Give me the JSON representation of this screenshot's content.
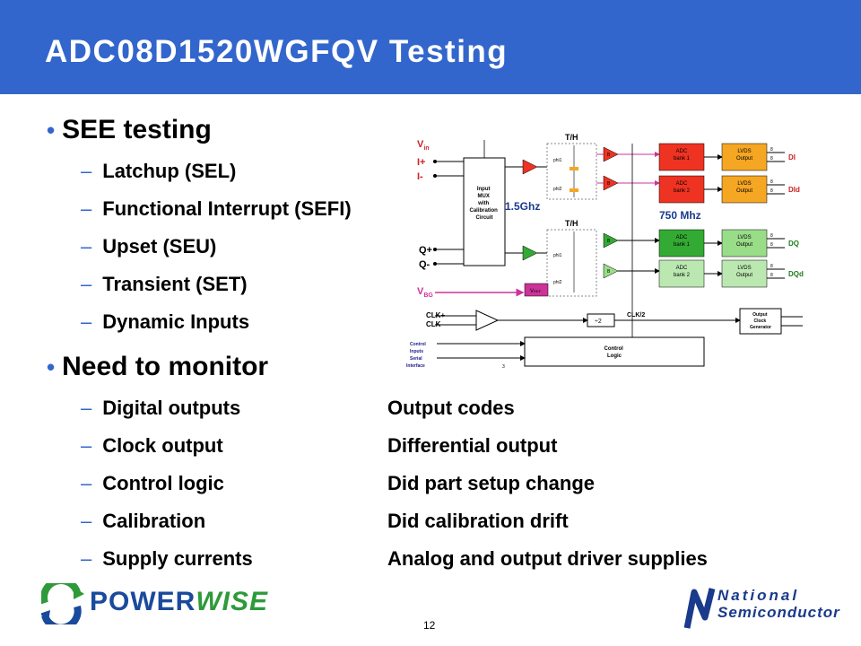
{
  "slide": {
    "title": "ADC08D1520WGFQV Testing",
    "page_number": "12"
  },
  "bullets": [
    {
      "label": "SEE testing",
      "items": [
        {
          "label": "Latchup (SEL)"
        },
        {
          "label": "Functional Interrupt (SEFI)"
        },
        {
          "label": "Upset (SEU)"
        },
        {
          "label": "Transient (SET)"
        },
        {
          "label": "Dynamic Inputs"
        }
      ]
    },
    {
      "label": "Need to monitor",
      "items": [
        {
          "label": "Digital outputs",
          "detail": "Output codes"
        },
        {
          "label": "Clock output",
          "detail": "Differential output"
        },
        {
          "label": "Control logic",
          "detail": "Did part setup change"
        },
        {
          "label": "Calibration",
          "detail": "Did calibration drift"
        },
        {
          "label": "Supply currents",
          "detail": "Analog and output driver supplies"
        }
      ]
    }
  ],
  "diagram": {
    "vin": "V",
    "vin_sub": "in",
    "i_plus": "I+",
    "i_minus": "I-",
    "q_plus": "Q+",
    "q_minus": "Q-",
    "vbg": "V",
    "vbg_sub": "BG",
    "clk_plus": "CLK+",
    "clk_minus": "CLK-",
    "mux_lines": [
      "Input",
      "MUX",
      "with",
      "Calibration",
      "Circuit"
    ],
    "th_top": "T/H",
    "th_bottom": "T/H",
    "phi1": "phi1",
    "phi2": "phi2",
    "freq_left": "1.5Ghz",
    "freq_right": "750 Mhz",
    "adc_bank1": "ADC",
    "adc_bank1_sub": "bank 1",
    "adc_bank2": "ADC",
    "adc_bank2_sub": "bank 2",
    "lvds": "LVDS",
    "lvds_sub": "Output",
    "out_di": "DI",
    "out_did": "DId",
    "out_dq": "DQ",
    "out_dqd": "DQd",
    "bus_width": "8",
    "div2": "÷2",
    "clk_div": "CLK/2",
    "ocg_lines": [
      "Output",
      "Clock",
      "Generator"
    ],
    "ctrl_lines": [
      "Control",
      "Logic"
    ],
    "ctrl_inputs": [
      "Control",
      "Inputs",
      "Serial",
      "Interface"
    ],
    "serial_bits": "3",
    "vref": "V",
    "vref_sub": "REF",
    "bp": "B",
    "colors": {
      "adc_red": "#ee3322",
      "lvds_orange": "#f5a623",
      "adc_green": "#33aa33",
      "lvds_lightgreen": "#99dd88",
      "adc_palegreen": "#bbe8b0",
      "magenta": "#cc3399",
      "accent": "#3366cc"
    }
  },
  "logos": {
    "powerwise_power": "POWER",
    "powerwise_wise": "WISE",
    "national_line1": "National",
    "national_line2": "Semiconductor"
  }
}
